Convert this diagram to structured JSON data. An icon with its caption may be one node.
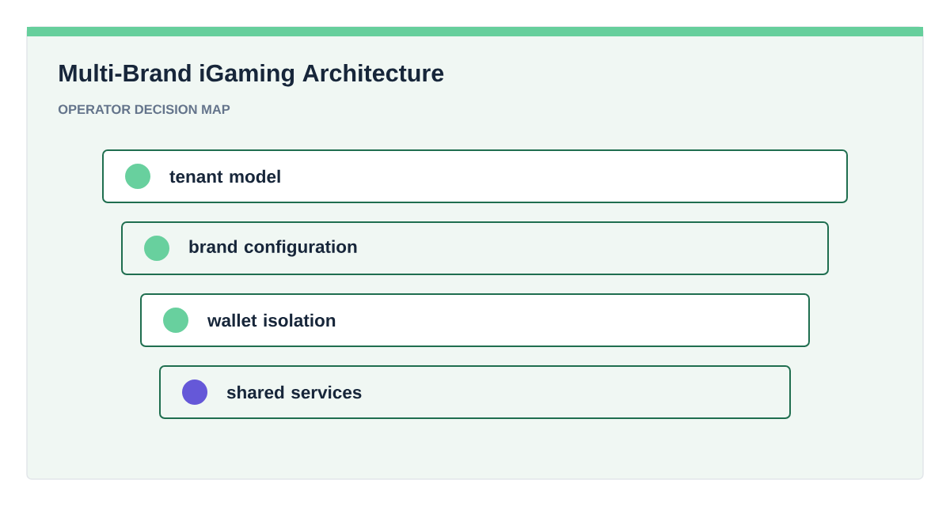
{
  "diagram": {
    "title": "Multi-Brand iGaming Architecture",
    "nodes": [
      {
        "text": [
          "tenant model"
        ]
      },
      {
        "text": [
          "brand configuration"
        ]
      },
      {
        "text": [
          "wallet isolation"
        ]
      },
      {
        "text": [
          "shared services"
        ]
      }
    ],
    "labels": [
      "OPERATOR DECISION MAP"
    ]
  }
}
